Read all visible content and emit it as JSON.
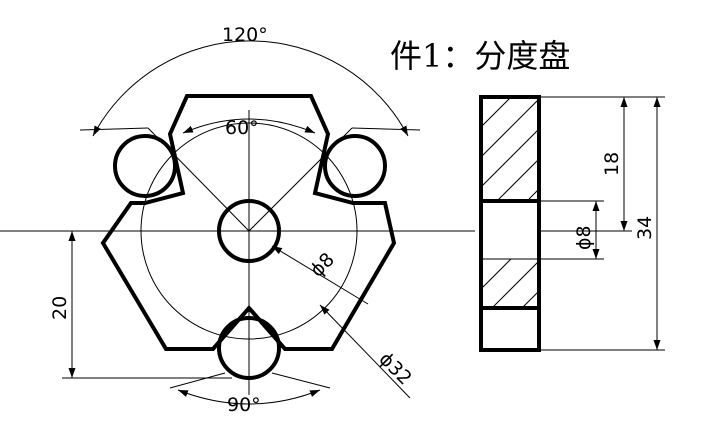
{
  "title": "件1：分度盘",
  "front_view": {
    "angle_outer": "120°",
    "angle_inner": "60°",
    "angle_bottom": "90°",
    "dia_hole": "ϕ8",
    "dia_circle": "ϕ32",
    "height_offset": "20"
  },
  "side_view": {
    "dim_18": "18",
    "dim_34": "34",
    "dim_hole": "ϕ8"
  }
}
